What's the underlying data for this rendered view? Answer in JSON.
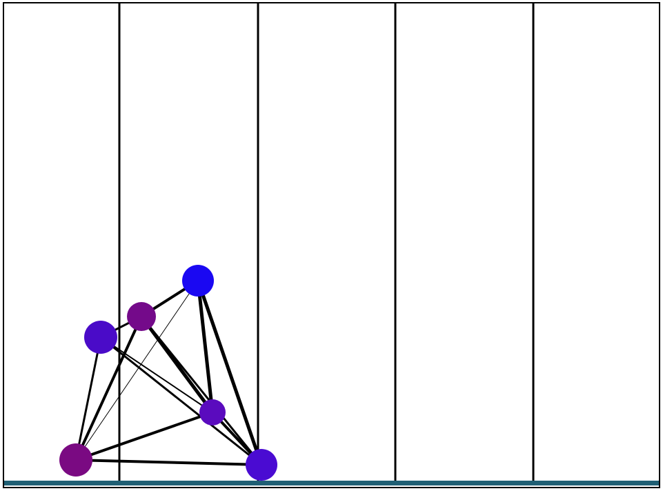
{
  "scene": {
    "background_color": "#ffffff",
    "frame_color": "#000000",
    "divider_color": "#000000",
    "ground_color": "#1f5f74",
    "divider_count": 4
  },
  "creature": {
    "nodes": [
      {
        "id": "n1",
        "color": "#1a08f2"
      },
      {
        "id": "n2",
        "color": "#740a8a"
      },
      {
        "id": "n3",
        "color": "#4a0bc8"
      },
      {
        "id": "n4",
        "color": "#5a0bbe"
      },
      {
        "id": "n5",
        "color": "#7a0a82"
      },
      {
        "id": "n6",
        "color": "#4a0bd2"
      }
    ],
    "links": [
      {
        "from": "n1",
        "to": "n2"
      },
      {
        "from": "n1",
        "to": "n5"
      },
      {
        "from": "n1",
        "to": "n4"
      },
      {
        "from": "n1",
        "to": "n6"
      },
      {
        "from": "n2",
        "to": "n3"
      },
      {
        "from": "n2",
        "to": "n4"
      },
      {
        "from": "n2",
        "to": "n5"
      },
      {
        "from": "n2",
        "to": "n6"
      },
      {
        "from": "n3",
        "to": "n4"
      },
      {
        "from": "n3",
        "to": "n5"
      },
      {
        "from": "n3",
        "to": "n6"
      },
      {
        "from": "n4",
        "to": "n5"
      },
      {
        "from": "n4",
        "to": "n6"
      },
      {
        "from": "n5",
        "to": "n6"
      }
    ]
  }
}
